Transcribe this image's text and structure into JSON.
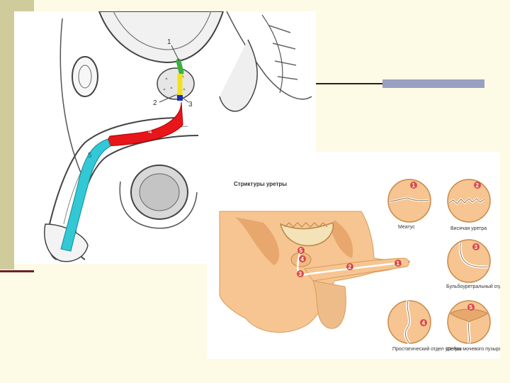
{
  "slide": {
    "colors": {
      "background": "#fdfbe6",
      "band": "#cfcb9b",
      "band_line": "#6b1f2e",
      "accent_bar": "#9aa0c0"
    }
  },
  "anatomy_diagram": {
    "labels": [
      "1",
      "2",
      "3",
      "4",
      "5"
    ],
    "colors": {
      "prostatic": "#3cb043",
      "membranous": "#f2e21b",
      "bulbous_marker": "#1a2fb0",
      "bulbous": "#e8151b",
      "penile": "#32c8d6"
    }
  },
  "stricture_diagram": {
    "title": "Стриктуры уретры",
    "body_markers": [
      "5",
      "4",
      "3",
      "2",
      "1"
    ],
    "insets": [
      {
        "number": "1",
        "caption": "Меатус"
      },
      {
        "number": "2",
        "caption": "Висячая уретра"
      },
      {
        "number": "3",
        "caption": "Бульбоуретральный отдел"
      },
      {
        "number": "4",
        "caption": "Простатический отдел уретры"
      },
      {
        "number": "5",
        "caption": "Шейка мочевого пузыря"
      }
    ],
    "colors": {
      "skin": "#f6c591",
      "skin_dark": "#e8a76d",
      "marker": "#d94a44"
    }
  }
}
